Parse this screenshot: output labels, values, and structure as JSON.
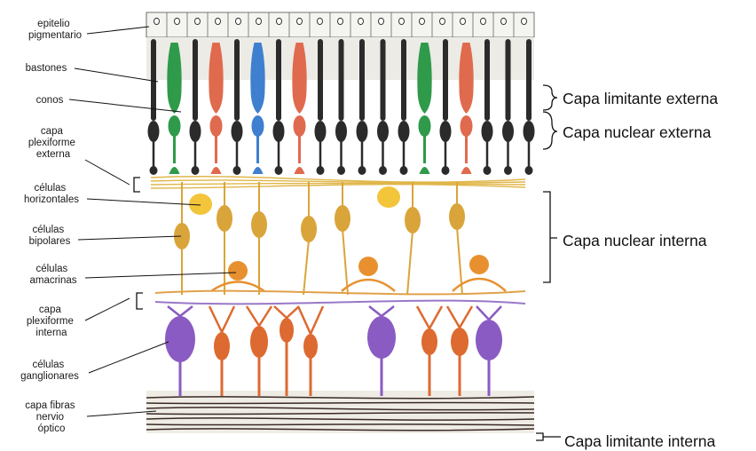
{
  "left_labels": [
    {
      "id": "epitelio",
      "lines": [
        "epitelio",
        "pigmentario"
      ]
    },
    {
      "id": "bastones",
      "lines": [
        "bastones"
      ]
    },
    {
      "id": "conos",
      "lines": [
        "conos"
      ]
    },
    {
      "id": "plex-ext",
      "lines": [
        "capa",
        "plexiforme",
        "externa"
      ]
    },
    {
      "id": "horizontales",
      "lines": [
        "células",
        "horizontales"
      ]
    },
    {
      "id": "bipolares",
      "lines": [
        "células",
        "bipolares"
      ]
    },
    {
      "id": "amacrinas",
      "lines": [
        "células",
        "amacrinas"
      ]
    },
    {
      "id": "plex-int",
      "lines": [
        "capa",
        "plexiforme",
        "interna"
      ]
    },
    {
      "id": "ganglionares",
      "lines": [
        "células",
        "ganglionares"
      ]
    },
    {
      "id": "fibras",
      "lines": [
        "capa fibras",
        "nervio",
        "óptico"
      ]
    }
  ],
  "right_labels": [
    {
      "id": "limitante-externa",
      "text": "Capa limitante externa"
    },
    {
      "id": "nuclear-externa",
      "text": "Capa nuclear externa"
    },
    {
      "id": "nuclear-interna",
      "text": "Capa nuclear interna"
    },
    {
      "id": "limitante-interna",
      "text": "Capa limitante interna"
    }
  ],
  "photoreceptor_types": [
    "rod",
    "cone-green",
    "rod",
    "cone-red",
    "rod",
    "cone-blue",
    "rod",
    "cone-red",
    "rod",
    "rod",
    "rod",
    "rod",
    "rod",
    "cone-green",
    "rod",
    "cone-red",
    "rod",
    "rod",
    "rod"
  ],
  "colors": {
    "rod": "#2b2b2b",
    "cone-green": "#2f9a4a",
    "cone-red": "#e06a4e",
    "cone-blue": "#3f7fd0",
    "horizontal": "#f2c53a",
    "bipolar": "#d9a53a",
    "amacrine": "#e8902f",
    "ganglion-purple": "#8a5bc2",
    "ganglion-orange": "#dd6a30",
    "fiber": "#3a2a24",
    "background-band": "#ecebe6"
  }
}
